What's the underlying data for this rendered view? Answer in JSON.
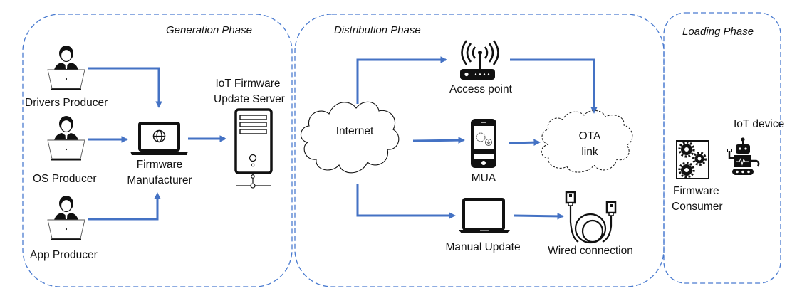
{
  "colors": {
    "phase_border": "#4a7bd0",
    "arrow": "#4472c4",
    "icon": "#111111"
  },
  "phases": {
    "generation": {
      "title": "Generation Phase"
    },
    "distribution": {
      "title": "Distribution Phase"
    },
    "loading": {
      "title": "Loading Phase"
    }
  },
  "generation": {
    "drivers_producer": {
      "label": "Drivers Producer",
      "icon": "person-laptop-icon"
    },
    "os_producer": {
      "label": "OS Producer",
      "icon": "person-laptop-icon"
    },
    "app_producer": {
      "label": "App Producer",
      "icon": "person-laptop-icon"
    },
    "firmware_manufacturer": {
      "label_line1": "Firmware",
      "label_line2": "Manufacturer",
      "icon": "laptop-globe-icon"
    },
    "update_server": {
      "label_line1": "IoT Firmware",
      "label_line2": "Update Server",
      "icon": "server-icon"
    }
  },
  "distribution": {
    "internet": {
      "label": "Internet",
      "icon": "cloud-icon"
    },
    "access_point": {
      "label": "Access point",
      "icon": "wifi-router-icon"
    },
    "mua": {
      "label": "MUA",
      "icon": "smartphone-icon"
    },
    "ota_link": {
      "label_line1": "OTA",
      "label_line2": "link",
      "icon": "dashed-cloud-icon"
    },
    "manual_update": {
      "label": "Manual Update",
      "icon": "laptop-icon"
    },
    "wired_connection": {
      "label": "Wired connection",
      "icon": "ethernet-cable-icon"
    }
  },
  "loading": {
    "firmware_consumer": {
      "label_line1": "Firmware",
      "label_line2": "Consumer",
      "icon": "gears-icon"
    },
    "iot_device": {
      "label": "IoT device",
      "icon": "robot-icon"
    }
  }
}
